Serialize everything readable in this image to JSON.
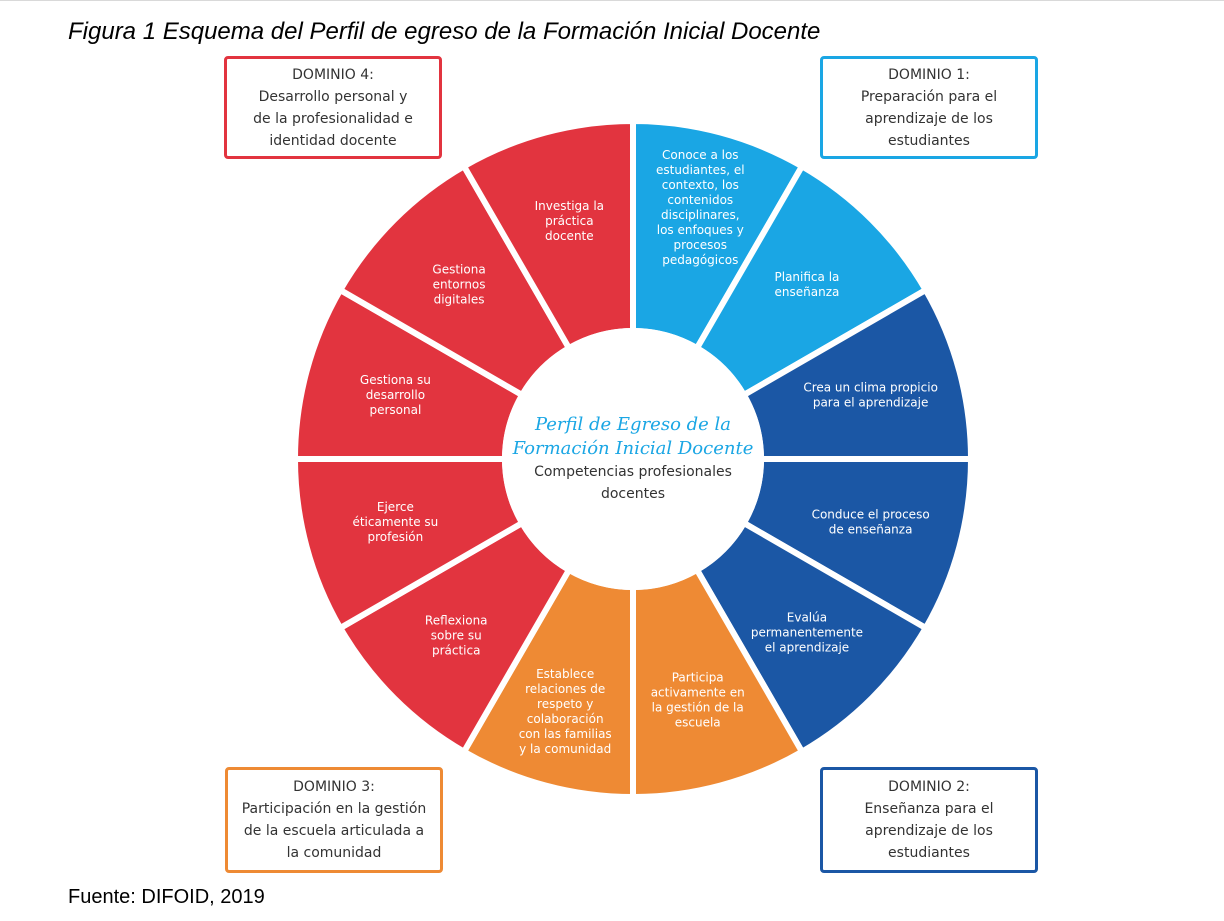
{
  "figure_title": "Figura 1 Esquema del Perfil de egreso de la Formación Inicial Docente",
  "source": "Fuente: DIFOID, 2019",
  "center": {
    "title_lines": [
      "Perfil de Egreso de la",
      "Formación Inicial Docente"
    ],
    "subtitle_lines": [
      "Competencias profesionales",
      "docentes"
    ]
  },
  "colors": {
    "dominio1": "#1aa6e4",
    "dominio2": "#1b57a5",
    "dominio3": "#ee8a34",
    "dominio4": "#e2343f",
    "separator": "#ffffff",
    "center_title": "#1aa6e4"
  },
  "domains": {
    "d1": {
      "title": "DOMINIO 1:",
      "lines": [
        "Preparación para el",
        "aprendizaje de los",
        "estudiantes"
      ]
    },
    "d2": {
      "title": "DOMINIO 2:",
      "lines": [
        "Enseñanza para el",
        "aprendizaje de los",
        "estudiantes"
      ]
    },
    "d3": {
      "title": "DOMINIO 3:",
      "lines": [
        "Participación en la gestión",
        "de la escuela articulada a",
        "la comunidad"
      ]
    },
    "d4": {
      "title": "DOMINIO 4:",
      "lines": [
        "Desarrollo personal y",
        "de la profesionalidad e",
        "identidad docente"
      ]
    }
  },
  "segments": [
    {
      "id": "conoce",
      "domain": "dominio1",
      "lines": [
        "Conoce a los",
        "estudiantes, el",
        "contexto, los",
        "contenidos",
        "disciplinares,",
        "los enfoques y",
        "procesos",
        "pedagógicos"
      ]
    },
    {
      "id": "planifica",
      "domain": "dominio1",
      "lines": [
        "Planifica la",
        "enseñanza"
      ]
    },
    {
      "id": "clima",
      "domain": "dominio2",
      "lines": [
        "Crea un clima propicio",
        "para el aprendizaje"
      ]
    },
    {
      "id": "conduce",
      "domain": "dominio2",
      "lines": [
        "Conduce el proceso",
        "de enseñanza"
      ]
    },
    {
      "id": "evalua",
      "domain": "dominio2",
      "lines": [
        "Evalúa",
        "permanentemente",
        "el aprendizaje"
      ]
    },
    {
      "id": "participa",
      "domain": "dominio3",
      "lines": [
        "Participa",
        "activamente en",
        "la gestión de la",
        "escuela"
      ]
    },
    {
      "id": "establece",
      "domain": "dominio3",
      "lines": [
        "Establece",
        "relaciones de",
        "respeto y",
        "colaboración",
        "con las familias",
        "y la comunidad"
      ]
    },
    {
      "id": "reflexiona",
      "domain": "dominio4",
      "lines": [
        "Reflexiona",
        "sobre su",
        "práctica"
      ]
    },
    {
      "id": "ejerce",
      "domain": "dominio4",
      "lines": [
        "Ejerce",
        "éticamente su",
        "profesión"
      ]
    },
    {
      "id": "gestiona-desarrollo",
      "domain": "dominio4",
      "lines": [
        "Gestiona su",
        "desarrollo",
        "personal"
      ]
    },
    {
      "id": "gestiona-entornos",
      "domain": "dominio4",
      "lines": [
        "Gestiona",
        "entornos",
        "digitales"
      ]
    },
    {
      "id": "investiga",
      "domain": "dominio4",
      "lines": [
        "Investiga la",
        "práctica",
        "docente"
      ]
    }
  ]
}
